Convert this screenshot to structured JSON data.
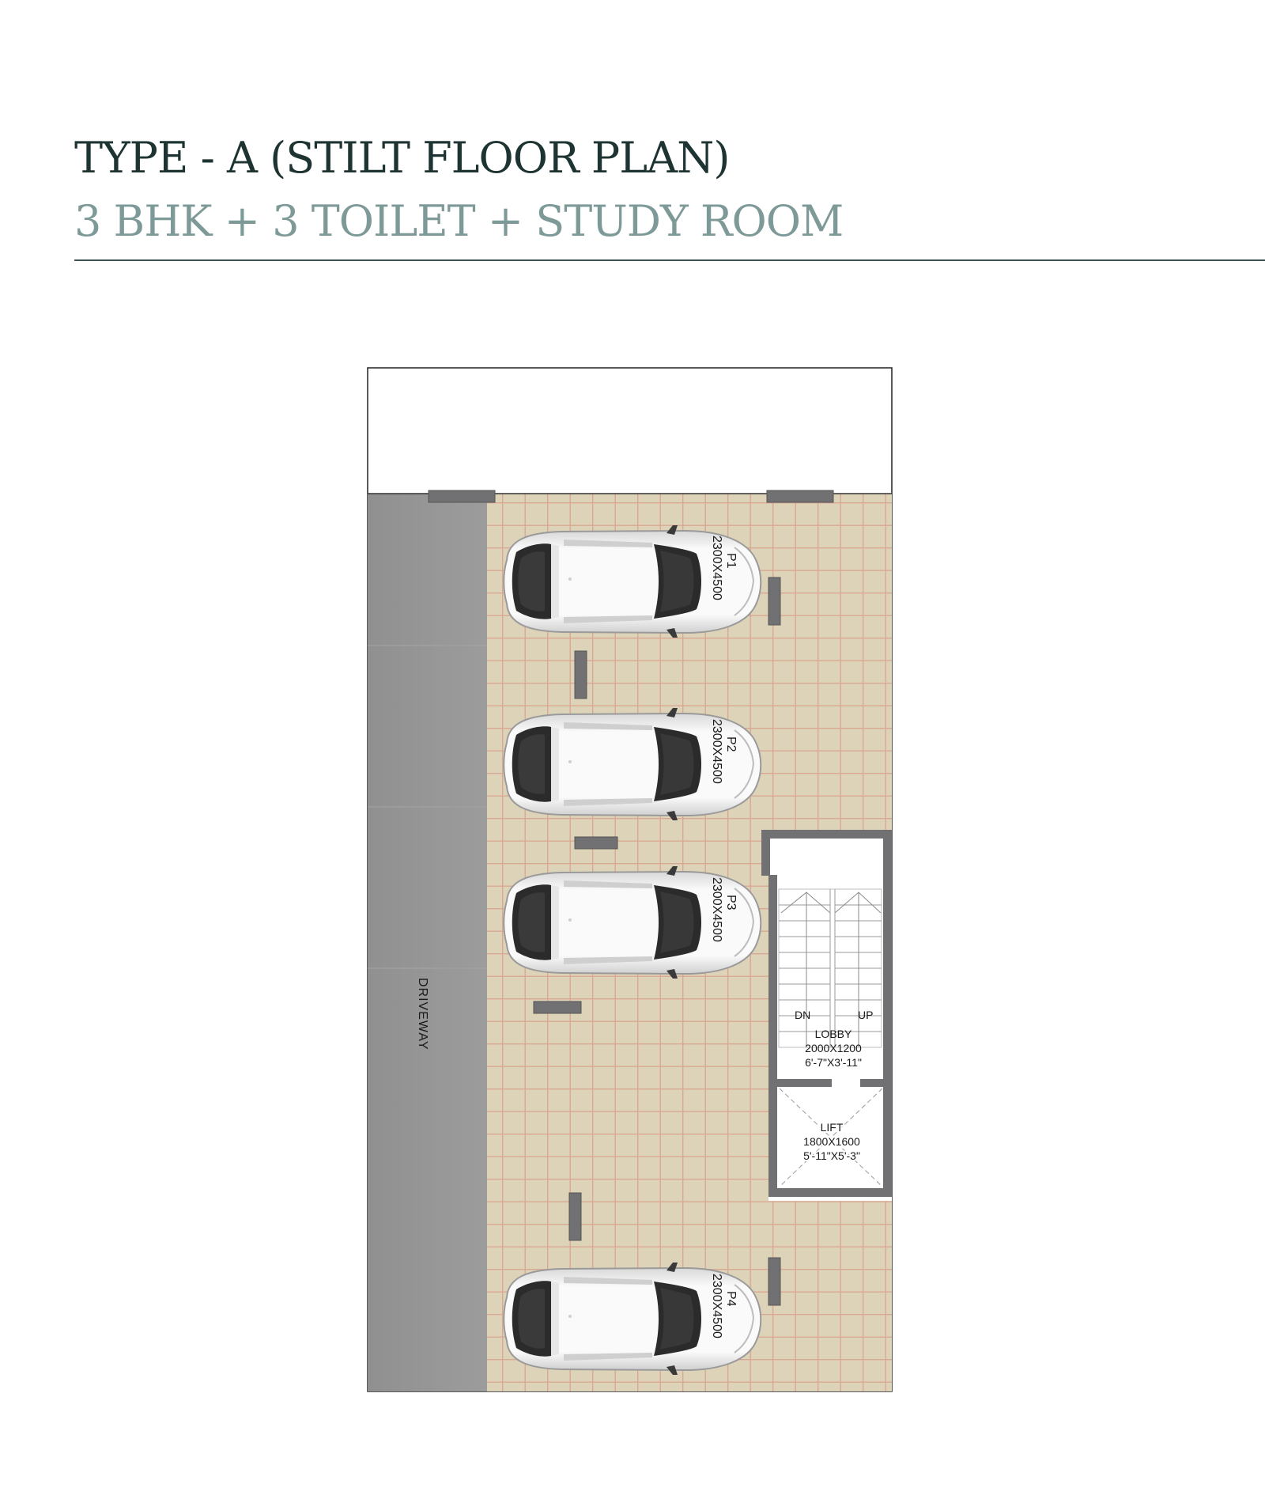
{
  "header": {
    "title": "TYPE - A (STILT FLOOR PLAN)",
    "subtitle": "3 BHK + 3 TOILET + STUDY ROOM"
  },
  "plan": {
    "driveway_label": "DRIVEWAY",
    "parking_spots": [
      {
        "id": "P1",
        "size": "2300X4500"
      },
      {
        "id": "P2",
        "size": "2300X4500"
      },
      {
        "id": "P3",
        "size": "2300X4500"
      },
      {
        "id": "P4",
        "size": "2300X4500"
      }
    ],
    "stair": {
      "down_label": "DN",
      "up_label": "UP"
    },
    "lobby": {
      "name": "LOBBY",
      "size_mm": "2000X1200",
      "size_ft": "6'-7\"X3'-11\""
    },
    "lift": {
      "name": "LIFT",
      "size_mm": "1800X1600",
      "size_ft": "5'-11\"X5'-3\""
    }
  },
  "colors": {
    "title": "#1d3432",
    "subtitle": "#7e9a98",
    "rule": "#3f5553",
    "driveway": "#969696",
    "tile": "#ddd3b8",
    "tile_grout": "#d9a892",
    "column": "#717173",
    "car_body": "#f4f4f4",
    "car_glass": "#2b2b2b"
  }
}
